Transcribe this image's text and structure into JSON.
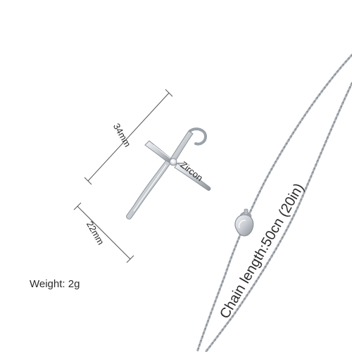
{
  "product": {
    "height_label": "34mm",
    "width_label": "22mm",
    "stone_label": "Zircon",
    "weight_label": "Weight: 2g",
    "chain_label": "Chain length:50cn (20in)"
  },
  "colors": {
    "background": "#ffffff",
    "metal": "#c9cdd2",
    "metal_highlight": "#f4f6f8",
    "metal_shadow": "#8a9097",
    "dimension_line": "#555555",
    "text": "#2b2b2b"
  }
}
